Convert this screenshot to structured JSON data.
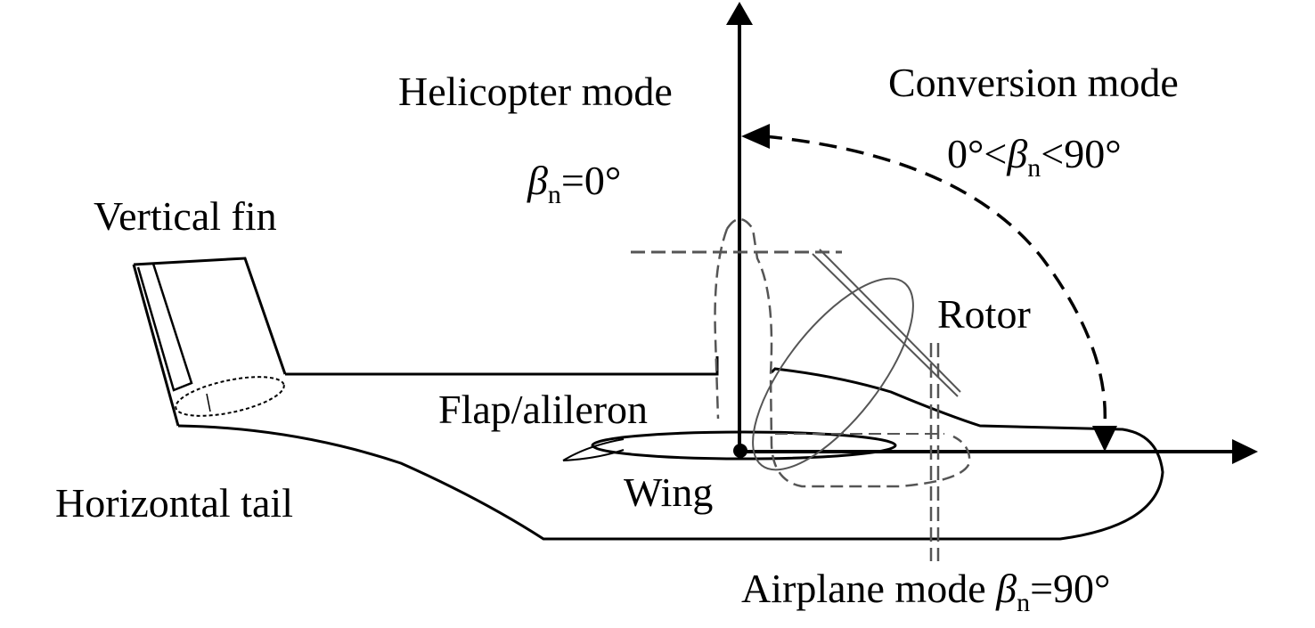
{
  "labels": {
    "helicopter_mode": "Helicopter mode",
    "helicopter_angle": "=0°",
    "conversion_mode": "Conversion mode",
    "conversion_range_left": "0°<",
    "conversion_range_right": "<90°",
    "vertical_fin": "Vertical fin",
    "rotor": "Rotor",
    "flap_aileron": "Flap/alileron",
    "wing": "Wing",
    "horizontal_tail": "Horizontal tail",
    "airplane_mode": "Airplane mode ",
    "airplane_angle": "=90°",
    "beta_symbol": "β",
    "beta_subscript": "n"
  },
  "colors": {
    "line": "#000000",
    "background": "#ffffff"
  }
}
